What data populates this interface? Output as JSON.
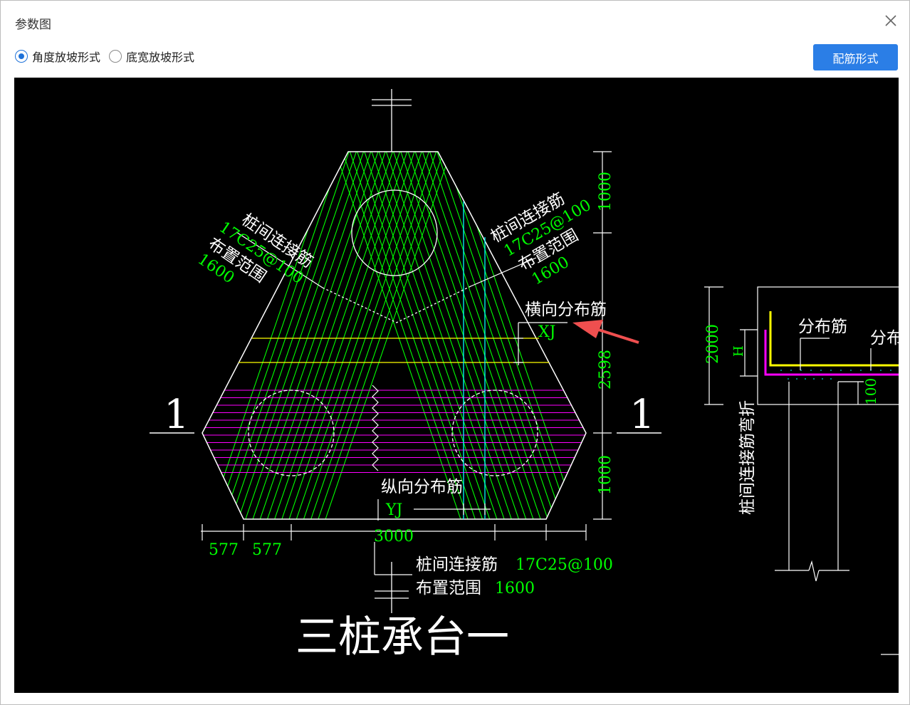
{
  "dialog": {
    "title": "参数图",
    "close_icon": "close-icon",
    "options": [
      {
        "label": "角度放坡形式",
        "selected": true
      },
      {
        "label": "底宽放坡形式",
        "selected": false
      }
    ],
    "rebar_button_label": "配筋形式"
  },
  "drawing": {
    "colors": {
      "green": "#00ff00",
      "magenta": "#ff00ff",
      "yellow": "#ffff00",
      "cyan": "#00ffff",
      "white": "#ffffff",
      "arrow": "#ef4f4f",
      "background": "#000000"
    },
    "title": "三桩承台一",
    "section_left": "1",
    "section_right": "1",
    "label_left_name": "桩间连接筋",
    "label_left_spec": "17C25@100",
    "label_left_range": "布置范围",
    "label_left_range_value": "1600",
    "label_right_name": "桩间连接筋",
    "label_right_spec": "17C25@100",
    "label_right_range": "布置范围",
    "label_right_range_value": "1600",
    "transverse_label": "横向分布筋",
    "transverse_code": "XJ",
    "longitudinal_label": "纵向分布筋",
    "longitudinal_code": "YJ",
    "dim_top": "1000",
    "dim_middle": "2598",
    "dim_bottom": "1000",
    "dim_577_a": "577",
    "dim_577_b": "577",
    "dim_width": "3000",
    "bottom_note_name": "桩间连接筋",
    "bottom_note_spec": "17C25@100",
    "bottom_note_range": "布置范围",
    "bottom_note_range_value": "1600",
    "side_dim_2000": "2000",
    "side_dim_h": "H",
    "side_dim_100": "100",
    "side_label_distribution": "分布筋",
    "side_label_cut": "分布",
    "side_vertical_label": "桩间连接筋弯折"
  }
}
